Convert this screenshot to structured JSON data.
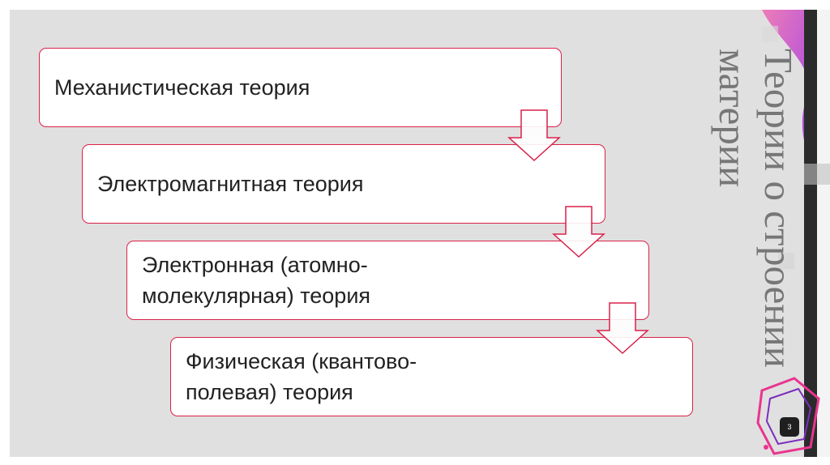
{
  "diagram": {
    "steps": [
      {
        "line1": "Механистическая теория",
        "line2": ""
      },
      {
        "line1": "Электромагнитная теория",
        "line2": ""
      },
      {
        "line1": "Электронная (атомно-",
        "line2": "молекулярная) теория"
      },
      {
        "line1": "Физическая (квантово-",
        "line2": "полевая) теория"
      }
    ]
  },
  "title": {
    "text": "Теории о строении\nматерии"
  },
  "slide_number": "3",
  "colors": {
    "accent": "#d9214a",
    "background": "#e1e0e0",
    "title": "#777777",
    "decor_pink": "#e8358f",
    "decor_purple": "#7b2fbe"
  }
}
